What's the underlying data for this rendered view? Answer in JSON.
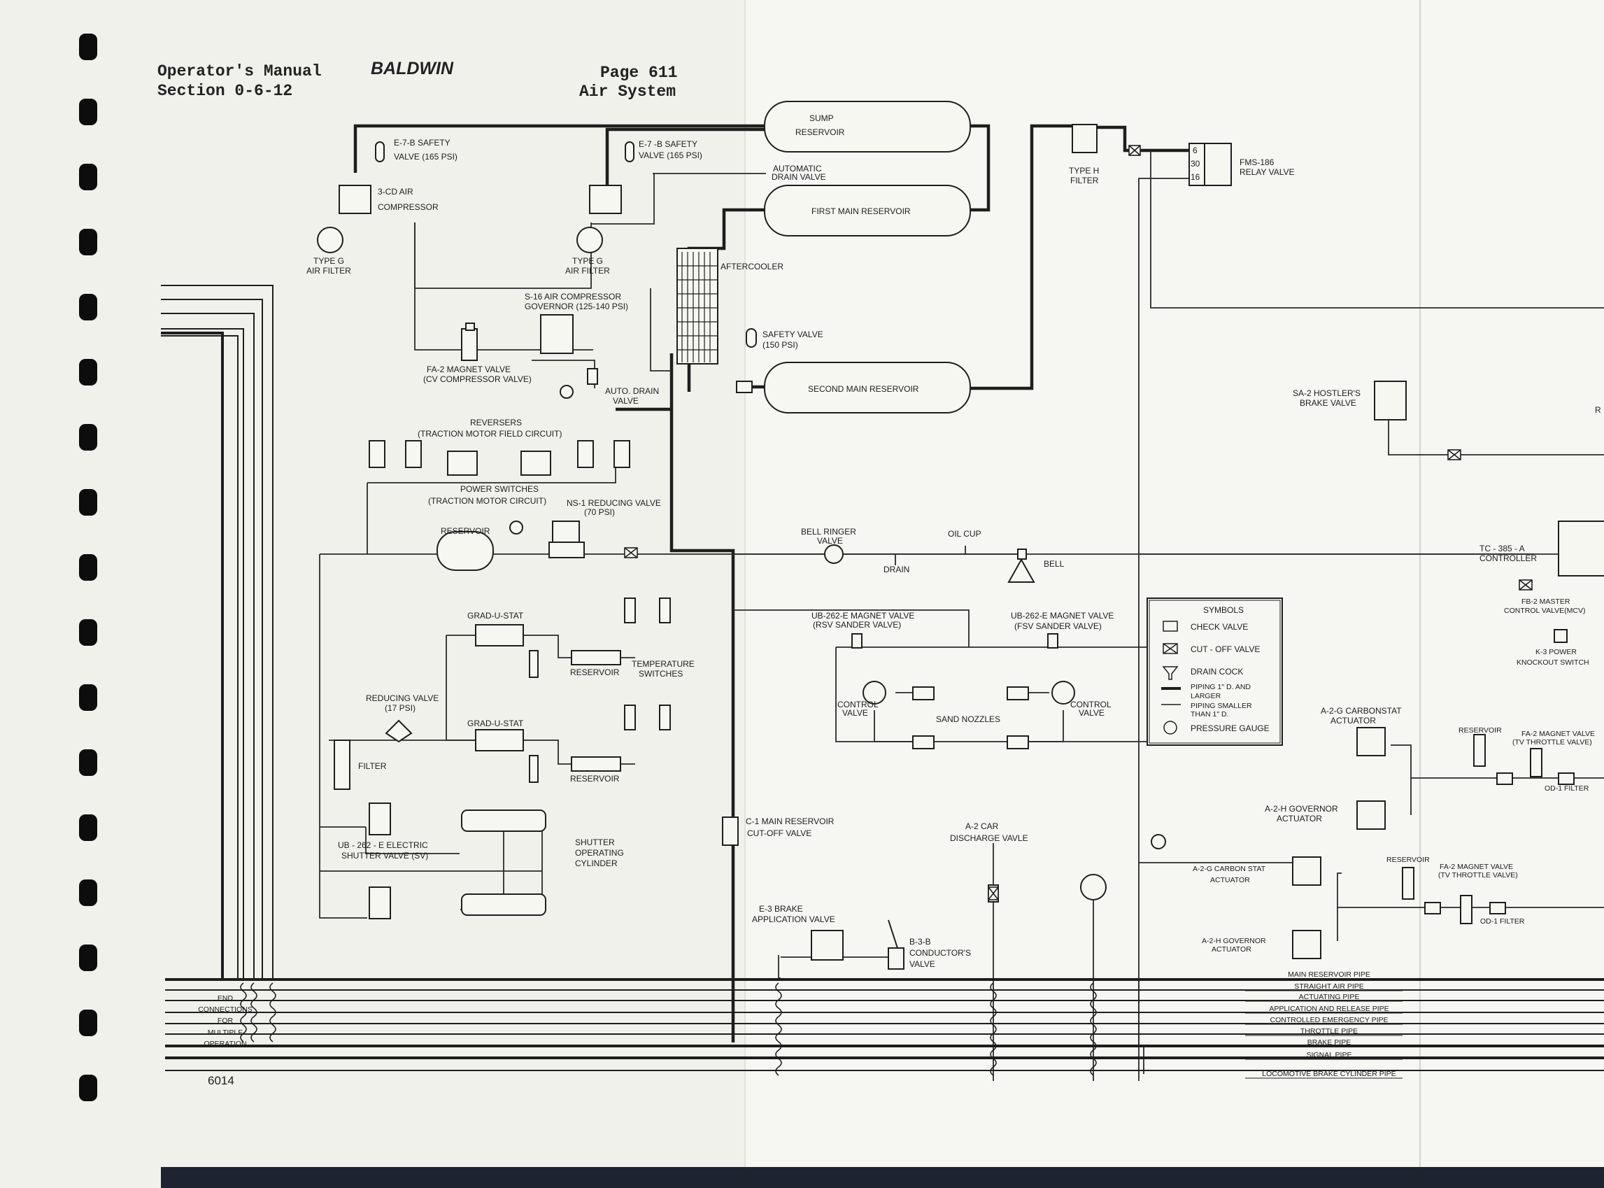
{
  "header": {
    "manual": "Operator's Manual",
    "section": "Section 0-6-12",
    "brand": "BALDWIN",
    "page": "Page 611",
    "subject": "Air System"
  },
  "figure_number": "6014",
  "labels": [
    {
      "id": "e7b-left-1",
      "text": "E-7-B SAFETY"
    },
    {
      "id": "e7b-left-2",
      "text": "VALVE (165 PSI)"
    },
    {
      "id": "e7b-right-1",
      "text": "E-7 -B SAFETY"
    },
    {
      "id": "e7b-right-2",
      "text": "VALVE (165 PSI)"
    },
    {
      "id": "compressor-1",
      "text": "3-CD AIR"
    },
    {
      "id": "compressor-2",
      "text": "COMPRESSOR"
    },
    {
      "id": "filter-left-1",
      "text": "TYPE G"
    },
    {
      "id": "filter-left-2",
      "text": "AIR FILTER"
    },
    {
      "id": "filter-right-1",
      "text": "TYPE G"
    },
    {
      "id": "filter-right-2",
      "text": "AIR FILTER"
    },
    {
      "id": "sump-1",
      "text": "SUMP"
    },
    {
      "id": "sump-2",
      "text": "RESERVOIR"
    },
    {
      "id": "auto-drain-1",
      "text": "AUTOMATIC"
    },
    {
      "id": "auto-drain-2",
      "text": "DRAIN VALVE"
    },
    {
      "id": "first-main",
      "text": "FIRST MAIN RESERVOIR"
    },
    {
      "id": "aftercooler",
      "text": "AFTERCOOLER"
    },
    {
      "id": "governor-1",
      "text": "S-16 AIR COMPRESSOR"
    },
    {
      "id": "governor-2",
      "text": "GOVERNOR (125-140 PSI)"
    },
    {
      "id": "safety-150-1",
      "text": "SAFETY VALVE"
    },
    {
      "id": "safety-150-2",
      "text": "(150 PSI)"
    },
    {
      "id": "fa2-1",
      "text": "FA-2 MAGNET VALVE"
    },
    {
      "id": "fa2-2",
      "text": "(CV COMPRESSOR VALVE)"
    },
    {
      "id": "auto-drain-b-1",
      "text": "AUTO. DRAIN"
    },
    {
      "id": "auto-drain-b-2",
      "text": "VALVE"
    },
    {
      "id": "second-main",
      "text": "SECOND MAIN RESERVOIR"
    },
    {
      "id": "reversers-1",
      "text": "REVERSERS"
    },
    {
      "id": "reversers-2",
      "text": "(TRACTION MOTOR FIELD CIRCUIT)"
    },
    {
      "id": "power-sw-1",
      "text": "POWER SWITCHES"
    },
    {
      "id": "power-sw-2",
      "text": "(TRACTION MOTOR CIRCUIT)"
    },
    {
      "id": "ns1-1",
      "text": "NS-1 REDUCING VALVE"
    },
    {
      "id": "ns1-2",
      "text": "(70 PSI)"
    },
    {
      "id": "reservoir-left",
      "text": "RESERVOIR"
    },
    {
      "id": "bell-ringer-1",
      "text": "BELL RINGER"
    },
    {
      "id": "bell-ringer-2",
      "text": "VALVE"
    },
    {
      "id": "oil-cup",
      "text": "OIL CUP"
    },
    {
      "id": "drain",
      "text": "DRAIN"
    },
    {
      "id": "bell",
      "text": "BELL"
    },
    {
      "id": "gus-1",
      "text": "GRAD-U-STAT"
    },
    {
      "id": "gus-2",
      "text": "GRAD-U-STAT"
    },
    {
      "id": "res-gus-1",
      "text": "RESERVOIR"
    },
    {
      "id": "res-gus-2",
      "text": "RESERVOIR"
    },
    {
      "id": "temp-sw-1",
      "text": "TEMPERATURE"
    },
    {
      "id": "temp-sw-2",
      "text": "SWITCHES"
    },
    {
      "id": "reducing-1",
      "text": "REDUCING VALVE"
    },
    {
      "id": "reducing-2",
      "text": "(17 PSI)"
    },
    {
      "id": "filter",
      "text": "FILTER"
    },
    {
      "id": "ub262-sv-1",
      "text": "UB - 262 - E  ELECTRIC"
    },
    {
      "id": "ub262-sv-2",
      "text": "SHUTTER VALVE (SV)"
    },
    {
      "id": "shutter-1",
      "text": "SHUTTER"
    },
    {
      "id": "shutter-2",
      "text": "OPERATING"
    },
    {
      "id": "shutter-3",
      "text": "CYLINDER"
    },
    {
      "id": "ub262-rsv-1",
      "text": "UB-262-E MAGNET VALVE"
    },
    {
      "id": "ub262-rsv-2",
      "text": "(RSV SANDER VALVE)"
    },
    {
      "id": "ub262-fsv-1",
      "text": "UB-262-E MAGNET VALVE"
    },
    {
      "id": "ub262-fsv-2",
      "text": "(FSV SANDER VALVE)"
    },
    {
      "id": "control-l-1",
      "text": "CONTROL"
    },
    {
      "id": "control-l-2",
      "text": "VALVE"
    },
    {
      "id": "control-r-1",
      "text": "CONTROL"
    },
    {
      "id": "control-r-2",
      "text": "VALVE"
    },
    {
      "id": "sand-nozzles",
      "text": "SAND  NOZZLES"
    },
    {
      "id": "c1-1",
      "text": "C-1  MAIN RESERVOIR"
    },
    {
      "id": "c1-2",
      "text": "CUT-OFF  VALVE"
    },
    {
      "id": "a2-1",
      "text": "A-2  CAR"
    },
    {
      "id": "a2-2",
      "text": "DISCHARGE VAVLE"
    },
    {
      "id": "e3-1",
      "text": "E-3  BRAKE"
    },
    {
      "id": "e3-2",
      "text": "APPLICATION VALVE"
    },
    {
      "id": "b3b-1",
      "text": "B-3-B"
    },
    {
      "id": "b3b-2",
      "text": "CONDUCTOR'S"
    },
    {
      "id": "b3b-3",
      "text": "VALVE"
    },
    {
      "id": "type-h-1",
      "text": "TYPE H"
    },
    {
      "id": "type-h-2",
      "text": "FILTER"
    },
    {
      "id": "relay-num-6",
      "text": "6"
    },
    {
      "id": "relay-num-30",
      "text": "30"
    },
    {
      "id": "relay-num-16",
      "text": "16"
    },
    {
      "id": "fms-1",
      "text": "FMS-186"
    },
    {
      "id": "fms-2",
      "text": "RELAY VALVE"
    },
    {
      "id": "sa2-1",
      "text": "SA-2 HOSTLER'S"
    },
    {
      "id": "sa2-2",
      "text": "BRAKE VALVE"
    },
    {
      "id": "r-cut",
      "text": "R"
    },
    {
      "id": "tc-1",
      "text": "TC - 385 - A"
    },
    {
      "id": "tc-2",
      "text": "CONTROLLER"
    },
    {
      "id": "fb2-1",
      "text": "FB-2 MASTER"
    },
    {
      "id": "fb2-2",
      "text": "CONTROL VALVE(MCV)"
    },
    {
      "id": "k3-1",
      "text": "K-3  POWER"
    },
    {
      "id": "k3-2",
      "text": "KNOCKOUT SWITCH"
    },
    {
      "id": "sym-title",
      "text": "SYMBOLS"
    },
    {
      "id": "sym-check",
      "text": "CHECK  VALVE"
    },
    {
      "id": "sym-cutoff",
      "text": "CUT - OFF  VALVE"
    },
    {
      "id": "sym-drain",
      "text": "DRAIN COCK"
    },
    {
      "id": "sym-pipe-l-1",
      "text": "PIPING  1\" D.  AND"
    },
    {
      "id": "sym-pipe-l-2",
      "text": "LARGER"
    },
    {
      "id": "sym-pipe-s-1",
      "text": "PIPING SMALLER"
    },
    {
      "id": "sym-pipe-s-2",
      "text": "THAN  1\" D."
    },
    {
      "id": "sym-gauge",
      "text": "PRESSURE  GAUGE"
    },
    {
      "id": "a2g-1",
      "text": "A-2-G  CARBONSTAT"
    },
    {
      "id": "a2g-2",
      "text": "ACTUATOR"
    },
    {
      "id": "a2h-1",
      "text": "A-2-H GOVERNOR"
    },
    {
      "id": "a2h-2",
      "text": "ACTUATOR"
    },
    {
      "id": "a2g-b-1",
      "text": "A-2-G CARBON STAT"
    },
    {
      "id": "a2g-b-2",
      "text": "ACTUATOR"
    },
    {
      "id": "a2h-b-1",
      "text": "A-2-H GOVERNOR"
    },
    {
      "id": "a2h-b-2",
      "text": "ACTUATOR"
    },
    {
      "id": "res-r-1",
      "text": "RESERVOIR"
    },
    {
      "id": "res-r-2",
      "text": "RESERVOIR"
    },
    {
      "id": "fa2-tv-1",
      "text": "FA-2  MAGNET   VALVE"
    },
    {
      "id": "fa2-tv-2",
      "text": "(TV  THROTTLE  VALVE)"
    },
    {
      "id": "fa2-tv-b-1",
      "text": "FA-2 MAGNET VALVE"
    },
    {
      "id": "fa2-tv-b-2",
      "text": "(TV THROTTLE VALVE)"
    },
    {
      "id": "od1-1",
      "text": "OD-1 FILTER"
    },
    {
      "id": "od1-2",
      "text": "OD-1 FILTER"
    }
  ],
  "pipe_names": [
    "MAIN RESERVOIR  PIPE",
    "STRAIGHT  AIR  PIPE",
    "ACTUATING  PIPE",
    "APPLICATION  AND  RELEASE  PIPE",
    "CONTROLLED  EMERGENCY  PIPE",
    "THROTTLE  PIPE",
    "BRAKE  PIPE",
    "SIGNAL  PIPE",
    "LOCOMOTIVE  BRAKE  CYLINDER  PIPE"
  ],
  "end_connections": [
    "END",
    "CONNECTIONS",
    "FOR",
    "MULTIPLE",
    "OPERATION"
  ]
}
